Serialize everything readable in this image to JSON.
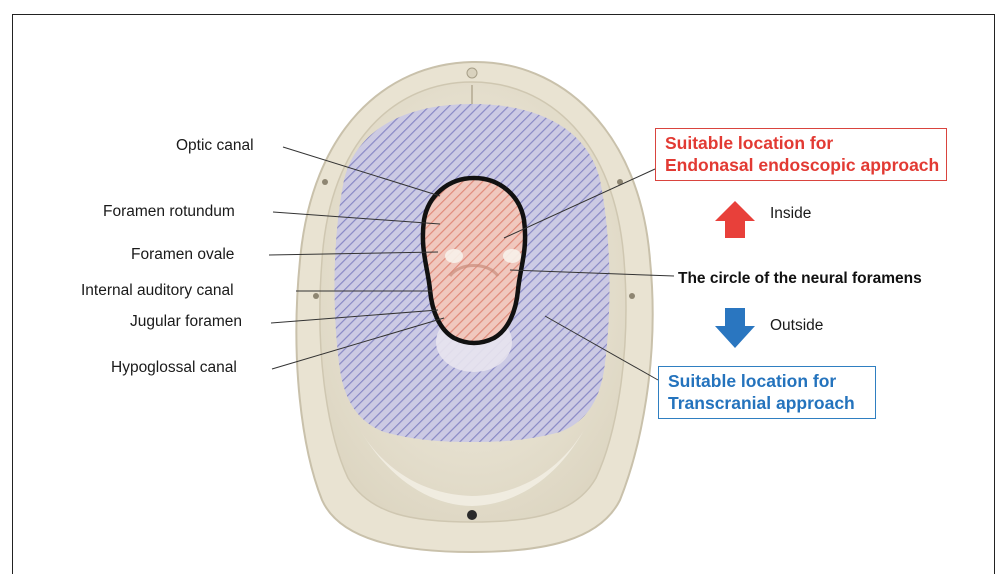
{
  "labels": {
    "optic_canal": "Optic canal",
    "foramen_rotundum": "Foramen rotundum",
    "foramen_ovale": "Foramen ovale",
    "internal_auditory_canal": "Internal auditory canal",
    "jugular_foramen": "Jugular foramen",
    "hypoglossal_canal": "Hypoglossal canal"
  },
  "circle_label": "The circle of the neural foramens",
  "endonasal_box": {
    "line1": "Suitable location for",
    "line2": "Endonasal endoscopic approach"
  },
  "transcranial_box": {
    "line1": "Suitable location for",
    "line2": "Transcranial approach"
  },
  "inside_label": "Inside",
  "outside_label": "Outside",
  "colors": {
    "inside_red": "#e23a33",
    "outside_blue": "#2a76c0",
    "skull": "#ebe6d6",
    "hatch_blue": "#8f8fcf",
    "hatch_red": "#e79a8c"
  }
}
